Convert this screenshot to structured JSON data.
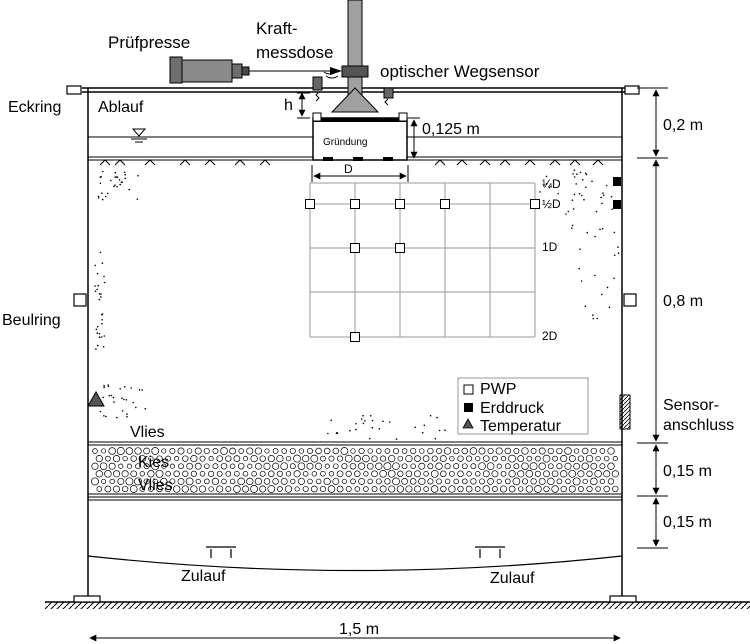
{
  "labels": {
    "pruefpresse": "Prüfpresse",
    "kraft_line1": "Kraft-",
    "kraft_line2": "messdose",
    "wegsensor": "optischer Wegsensor",
    "eckring": "Eckring",
    "ablauf": "Ablauf",
    "h": "h",
    "gruendung": "Gründung",
    "depth_0125": "0,125 m",
    "d": "D",
    "quarter_d": "¼D",
    "half_d": "½D",
    "one_d": "1D",
    "two_d": "2D",
    "beulring": "Beulring",
    "vlies_top": "Vlies",
    "kies": "Kies",
    "vlies_bottom": "Vlies",
    "zulauf_left": "Zulauf",
    "zulauf_right": "Zulauf",
    "width": "1,5 m",
    "height_02": "0,2 m",
    "height_08": "0,8 m",
    "height_015a": "0,15 m",
    "height_015b": "0,15 m",
    "sensor_line1": "Sensor-",
    "sensor_line2": "anschluss"
  },
  "legend": {
    "items": [
      {
        "symbol": "open-square",
        "label": "PWP"
      },
      {
        "symbol": "filled-square",
        "label": "Erddruck"
      },
      {
        "symbol": "triangle",
        "label": "Temperatur"
      }
    ]
  },
  "colors": {
    "line": "#000000",
    "grid": "#9a9a9a",
    "press": "#6e6e6e",
    "column": "#a0a0a0",
    "sensor_box": "#808080"
  }
}
